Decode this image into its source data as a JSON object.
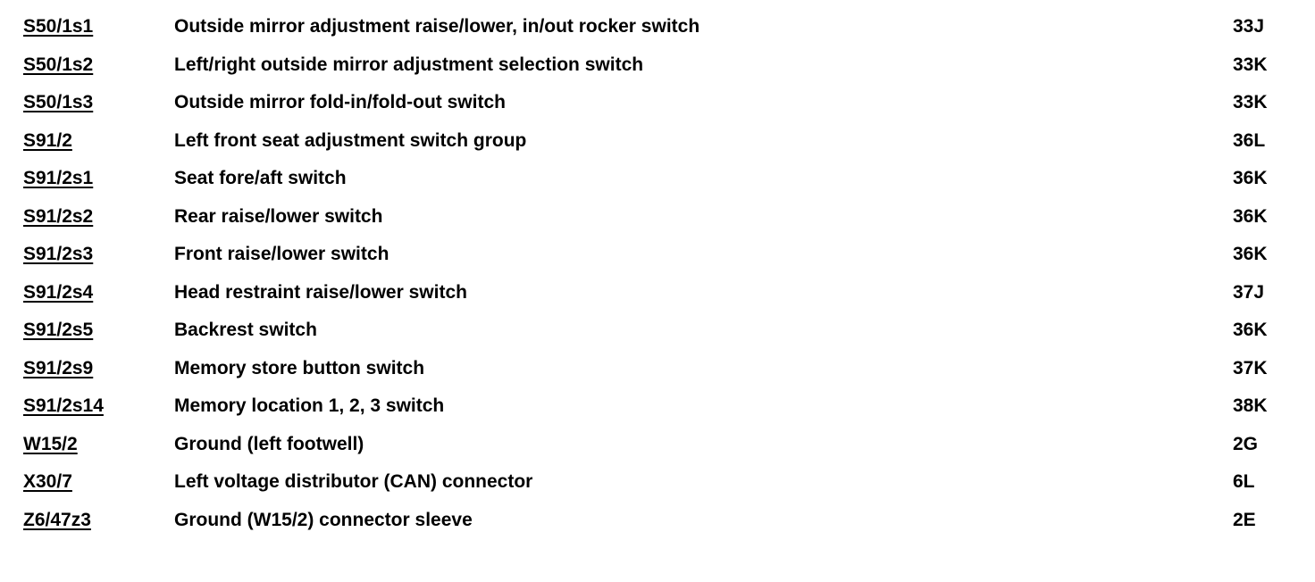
{
  "page": {
    "background_color": "#ffffff",
    "text_color": "#000000"
  },
  "legend_table": {
    "rows": [
      {
        "code": "S50/1s1",
        "description": "Outside mirror adjustment raise/lower, in/out rocker switch",
        "grid_ref": "33J"
      },
      {
        "code": "S50/1s2",
        "description": "Left/right outside mirror adjustment selection switch",
        "grid_ref": "33K"
      },
      {
        "code": "S50/1s3",
        "description": "Outside mirror fold-in/fold-out switch",
        "grid_ref": "33K"
      },
      {
        "code": "S91/2",
        "description": "Left front seat adjustment switch group",
        "grid_ref": "36L"
      },
      {
        "code": "S91/2s1",
        "description": "Seat fore/aft switch",
        "grid_ref": "36K"
      },
      {
        "code": "S91/2s2",
        "description": "Rear raise/lower switch",
        "grid_ref": "36K"
      },
      {
        "code": "S91/2s3",
        "description": "Front raise/lower switch",
        "grid_ref": "36K"
      },
      {
        "code": "S91/2s4",
        "description": "Head restraint raise/lower switch",
        "grid_ref": "37J"
      },
      {
        "code": "S91/2s5",
        "description": "Backrest switch",
        "grid_ref": "36K"
      },
      {
        "code": "S91/2s9",
        "description": "Memory store button switch",
        "grid_ref": "37K"
      },
      {
        "code": "S91/2s14",
        "description": "Memory location 1, 2, 3 switch",
        "grid_ref": "38K"
      },
      {
        "code": "W15/2",
        "description": "Ground (left footwell)",
        "grid_ref": "2G"
      },
      {
        "code": "X30/7",
        "description": "Left voltage distributor (CAN) connector",
        "grid_ref": "6L"
      },
      {
        "code": "Z6/47z3",
        "description": "Ground (W15/2) connector sleeve",
        "grid_ref": "2E"
      }
    ]
  }
}
